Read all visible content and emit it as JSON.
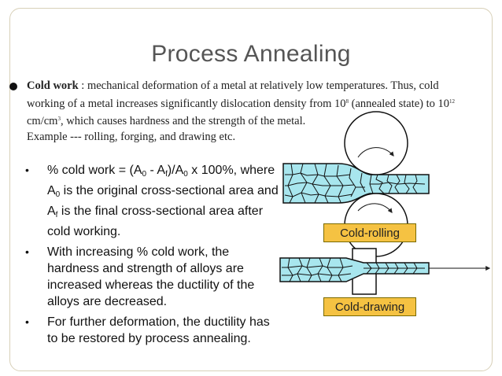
{
  "title": "Process Annealing",
  "main_bullet": {
    "term": "Cold work",
    "text1": " : mechanical deformation of a metal at relatively low temperatures. Thus, cold working of a metal increases significantly dislocation density from 10",
    "exp1": "8",
    "text2": " (annealed state) to 10",
    "exp2": "12",
    "text3": " cm/cm",
    "exp3": "3",
    "text4": ", which causes hardness and the strength of the metal.",
    "example": "Example --- rolling, forging, and drawing etc."
  },
  "bullets": {
    "b1": {
      "p1": "% cold work = (A",
      "s1": "0",
      "p2": " - A",
      "s2": "f",
      "p3": ")/A",
      "s3": "0",
      "p4": " x 100%, where A",
      "s4": "0",
      "p5": " is the original cross-sectional area and A",
      "s5": "f",
      "p6": " is the final cross-sectional area after cold working."
    },
    "b2": "With increasing % cold work, the hardness and strength of alloys are increased whereas the ductility of the alloys are decreased.",
    "b3": "For further deformation, the ductility has to be restored by process annealing."
  },
  "figure": {
    "rolling_label": "Cold-rolling",
    "drawing_label": "Cold-drawing",
    "colors": {
      "grain_fill": "#a8e6ee",
      "label_fill": "#f5c242",
      "roller_fill": "#ffffff"
    }
  }
}
